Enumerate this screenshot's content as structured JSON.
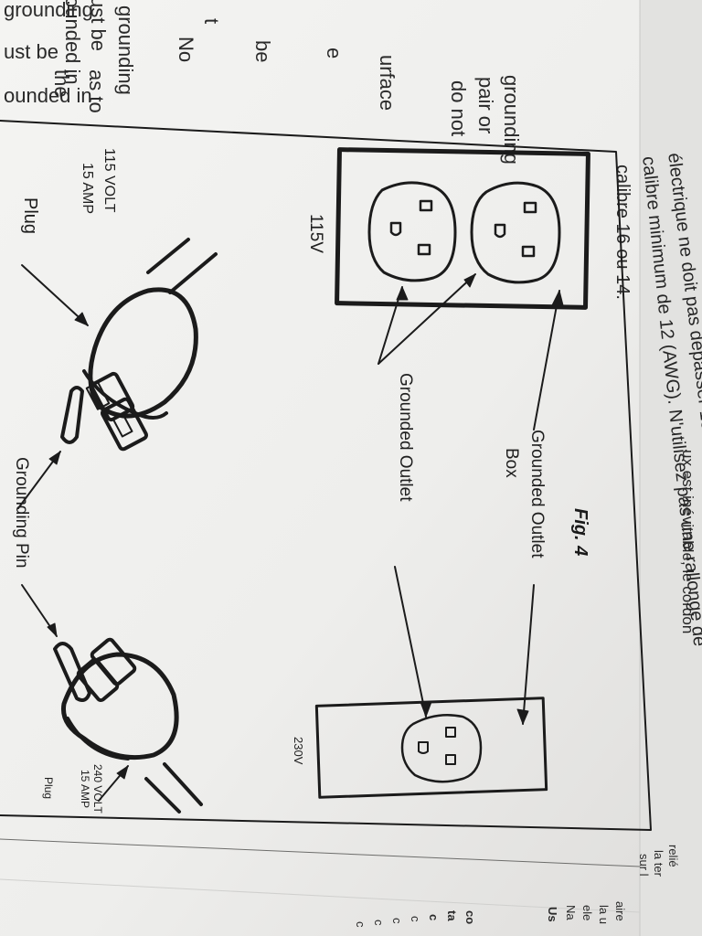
{
  "left_column": {
    "fragments": [
      "grounding",
      "ust be",
      "ounded in",
      "grounding",
      "pair or",
      "do not",
      "urface",
      "e",
      "be",
      "t",
      "No",
      "as to",
      "the"
    ]
  },
  "french_text": {
    "lines": [
      "électrique ne doit pas dépasser 15 m (50 pi) et doit être d'un",
      "calibre minimum de 12 (AWG). N'utilisez pas une rallonge de",
      "calibre 16 ou 14."
    ],
    "top_fragment": "ux est inévitable, le cordon"
  },
  "figure": {
    "title": "Fig. 4",
    "box_label_line1": "Grounded Outlet",
    "box_label_line2": "Box",
    "outlet_label": "Grounded Outlet",
    "grounding_pin_label": "Grounding Pin",
    "left_diagram": {
      "voltage_label": "115V",
      "plug_volt": "115 VOLT",
      "plug_amp": "15 AMP",
      "plug_label": "Plug"
    },
    "right_diagram": {
      "voltage_label": "230V",
      "plug_volt": "240 VOLT",
      "plug_amp": "15 AMP",
      "plug_label": "Plug"
    }
  },
  "right_column": {
    "fragments": [
      "relié",
      "la ter",
      "sur l",
      "aire",
      "la u",
      "ele",
      "Na",
      "Us",
      "co",
      "ta",
      "c",
      "c",
      "c",
      "c",
      "c"
    ]
  },
  "colors": {
    "paper": "#f2f2f0",
    "ink": "#1d1d1d"
  }
}
